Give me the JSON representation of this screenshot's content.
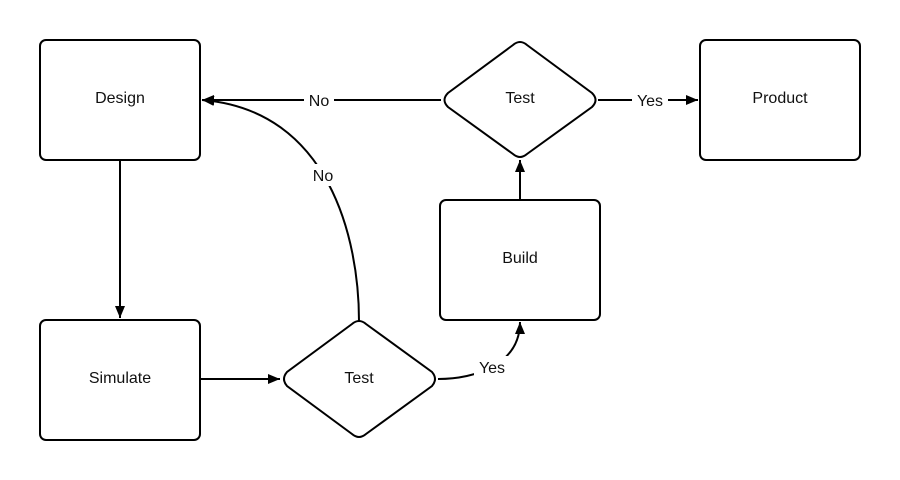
{
  "diagram": {
    "nodes": {
      "design": {
        "label": "Design",
        "shape": "rounded-rect"
      },
      "simulate": {
        "label": "Simulate",
        "shape": "rounded-rect"
      },
      "test_sim": {
        "label": "Test",
        "shape": "diamond"
      },
      "build": {
        "label": "Build",
        "shape": "rounded-rect"
      },
      "test_build": {
        "label": "Test",
        "shape": "diamond"
      },
      "product": {
        "label": "Product",
        "shape": "rounded-rect"
      }
    },
    "edges": {
      "design_to_simulate": {
        "from": "Design",
        "to": "Simulate",
        "label": ""
      },
      "simulate_to_test": {
        "from": "Simulate",
        "to": "Test",
        "label": ""
      },
      "test_to_design": {
        "from": "Test",
        "to": "Design",
        "label": "No"
      },
      "test_to_build": {
        "from": "Test",
        "to": "Build",
        "label": "Yes"
      },
      "build_to_test": {
        "from": "Build",
        "to": "Test",
        "label": ""
      },
      "test2_to_design": {
        "from": "Test",
        "to": "Design",
        "label": "No"
      },
      "test2_to_product": {
        "from": "Test",
        "to": "Product",
        "label": "Yes"
      }
    },
    "colors": {
      "stroke": "#000000",
      "fill": "#ffffff",
      "text": "#111111"
    }
  }
}
